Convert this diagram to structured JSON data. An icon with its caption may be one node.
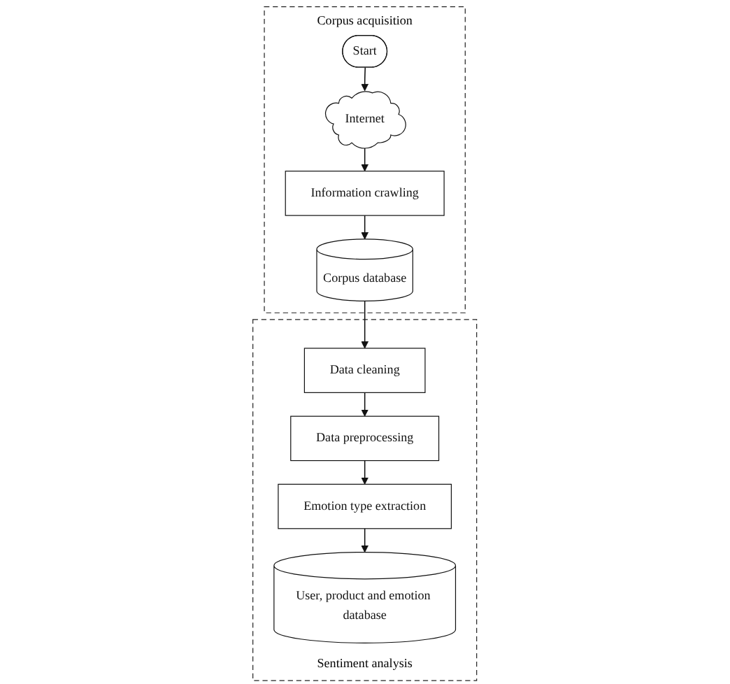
{
  "diagram": {
    "nodes": [
      {
        "text": [
          "Corpus acquisition"
        ]
      },
      {
        "text": [
          "Start"
        ],
        "in": 0
      },
      {
        "text": [
          "Internet"
        ],
        "in": 0
      },
      {
        "text": [
          "Information crawling"
        ],
        "in": 0
      },
      {
        "text": [
          "Corpus database"
        ],
        "in": 0
      },
      {
        "text": [
          "Sentiment analysis"
        ]
      },
      {
        "text": [
          "Data cleaning"
        ],
        "in": 5
      },
      {
        "text": [
          "Data preprocessing"
        ],
        "in": 5
      },
      {
        "text": [
          "Emotion type extraction"
        ],
        "in": 5
      },
      {
        "text": [
          "User, product and emotion database"
        ],
        "in": 5
      }
    ],
    "edges": [
      {
        "from": 1,
        "to": 2,
        "arrow": "to"
      },
      {
        "from": 2,
        "to": 3,
        "arrow": "to"
      },
      {
        "from": 3,
        "to": 4,
        "arrow": "to"
      },
      {
        "from": 4,
        "to": 6,
        "arrow": "to"
      },
      {
        "from": 6,
        "to": 7,
        "arrow": "to"
      },
      {
        "from": 7,
        "to": 8,
        "arrow": "to"
      },
      {
        "from": 8,
        "to": 9,
        "arrow": "to"
      }
    ]
  }
}
